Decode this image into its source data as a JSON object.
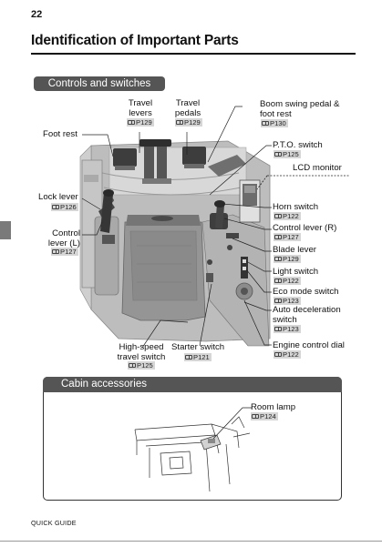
{
  "page": {
    "number": "22",
    "title": "Identification of Important Parts",
    "footer": "QUICK GUIDE"
  },
  "controls": {
    "header": "Controls and switches",
    "labels": {
      "travel_levers": {
        "name": [
          "Travel",
          "levers"
        ],
        "ref": "P129"
      },
      "travel_pedals": {
        "name": [
          "Travel",
          "pedals"
        ],
        "ref": "P129"
      },
      "boom_swing": {
        "name": [
          "Boom swing pedal &",
          "foot rest"
        ],
        "ref": "P130"
      },
      "foot_rest": {
        "name": [
          "Foot rest"
        ]
      },
      "pto_switch": {
        "name": [
          "P.T.O. switch"
        ],
        "ref": "P125"
      },
      "lcd_monitor": {
        "name": [
          "LCD monitor"
        ]
      },
      "lock_lever": {
        "name": [
          "Lock lever"
        ],
        "ref": "P126"
      },
      "horn_switch": {
        "name": [
          "Horn switch"
        ],
        "ref": "P122"
      },
      "control_lever_l": {
        "name": [
          "Control",
          "lever (L)"
        ],
        "ref": "P127"
      },
      "control_lever_r": {
        "name": [
          "Control lever (R)"
        ],
        "ref": "P127"
      },
      "blade_lever": {
        "name": [
          "Blade lever"
        ],
        "ref": "P129"
      },
      "light_switch": {
        "name": [
          "Light switch"
        ],
        "ref": "P122"
      },
      "eco_mode": {
        "name": [
          "Eco mode switch"
        ],
        "ref": "P123"
      },
      "auto_decel": {
        "name": [
          "Auto deceleration",
          "switch"
        ],
        "ref": "P123"
      },
      "high_speed": {
        "name": [
          "High-speed",
          "travel switch"
        ],
        "ref": "P125"
      },
      "starter_switch": {
        "name": [
          "Starter switch"
        ],
        "ref": "P121"
      },
      "engine_dial": {
        "name": [
          "Engine control dial"
        ],
        "ref": "P122"
      }
    }
  },
  "cabin": {
    "header": "Cabin accessories",
    "room_lamp": {
      "name": [
        "Room lamp"
      ],
      "ref": "P124"
    }
  }
}
